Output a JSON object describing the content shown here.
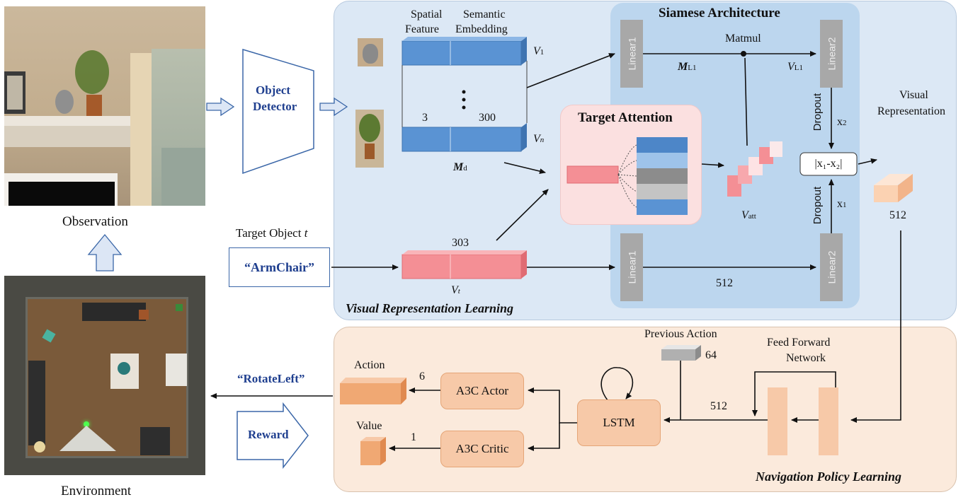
{
  "observation": {
    "label": "Observation"
  },
  "environment": {
    "label": "Environment"
  },
  "detector": {
    "label_line1": "Object",
    "label_line2": "Detector"
  },
  "target": {
    "label": "Target Object",
    "var": "t",
    "value": "“ArmChair”"
  },
  "vrl": {
    "title": "Visual Representation Learning",
    "spatial": [
      "Spatial",
      "Feature"
    ],
    "semantic": [
      "Semantic",
      "Embedding"
    ],
    "dim_spatial": "3",
    "dim_semantic": "300",
    "v1": "V",
    "v1_sub": "1",
    "vn": "V",
    "vn_sub": "n",
    "md": "M",
    "md_sub": "d",
    "vt_dim": "303",
    "vt": "V",
    "vt_sub": "t"
  },
  "attention": {
    "title": "Target Attention",
    "vatt": "V",
    "vatt_sub": "att"
  },
  "siamese": {
    "title": "Siamese Architecture",
    "linear1": "Linear1",
    "linear2": "Linear2",
    "matmul": "Matmul",
    "ml1": "M",
    "ml1_sub": "L1",
    "vl1": "V",
    "vl1_sub": "L1",
    "dropout": "Dropout",
    "x2": "x",
    "x2_sub": "2",
    "x1": "x",
    "x1_sub": "1",
    "diff": "|x₁-x₂|",
    "dim512": "512"
  },
  "visual_rep": {
    "line1": "Visual",
    "line2": "Representation",
    "dim": "512"
  },
  "nav": {
    "title": "Navigation Policy Learning",
    "prev_action": "Previous Action",
    "prev_dim": "64",
    "ffn_line1": "Feed Forward",
    "ffn_line2": "Network",
    "dim512": "512",
    "lstm": "LSTM",
    "actor": "A3C Actor",
    "critic": "A3C Critic",
    "action": "Action",
    "action_dim": "6",
    "value": "Value",
    "value_dim": "1",
    "rotate": "“RotateLeft”",
    "reward": "Reward"
  }
}
